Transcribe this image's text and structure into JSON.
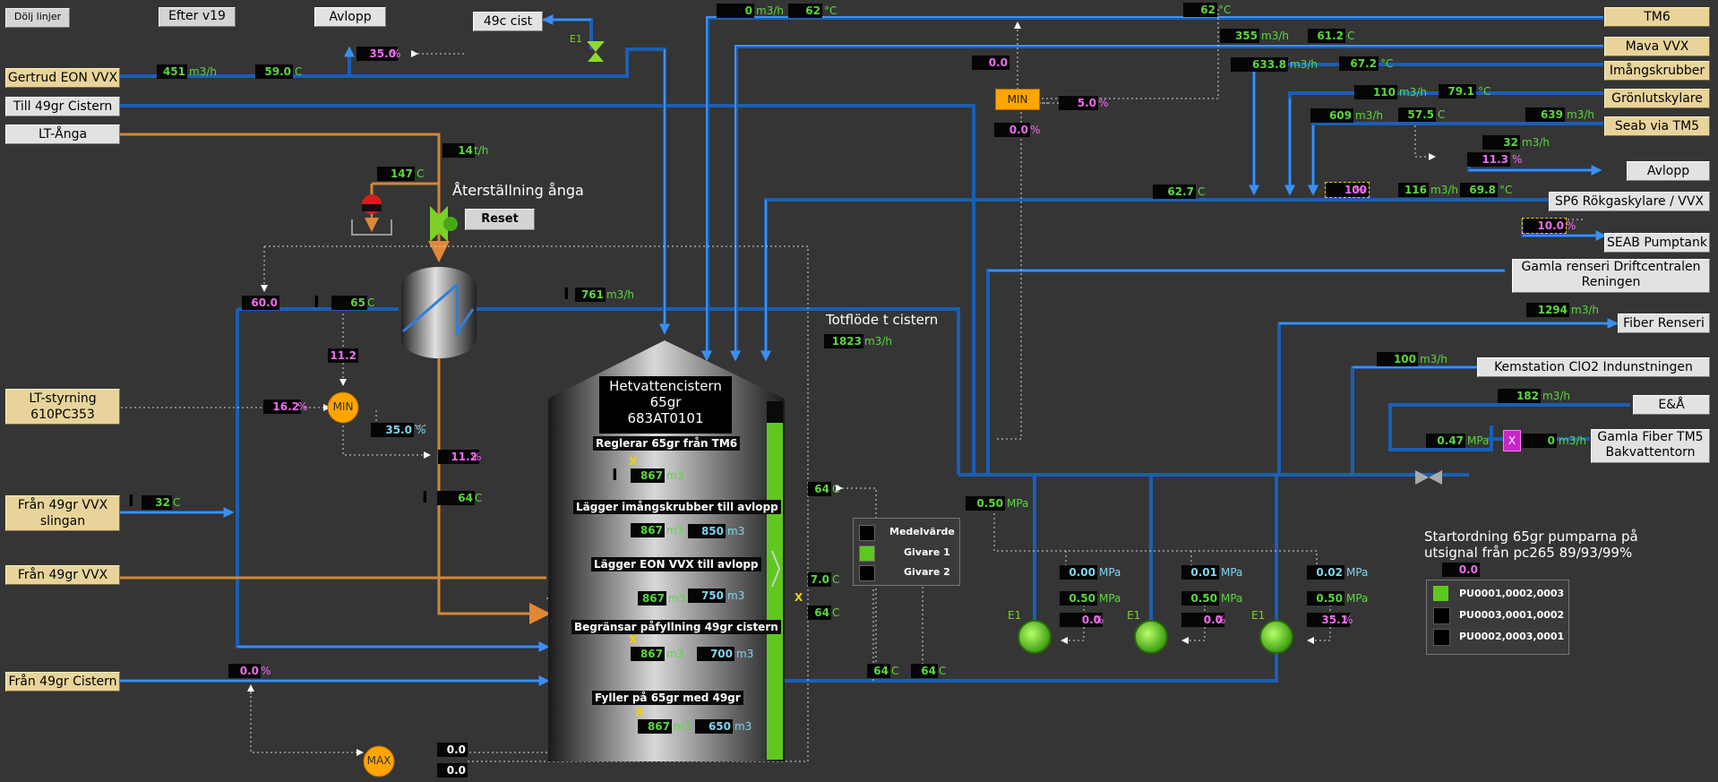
{
  "buttons": {
    "hide_lines": "Dölj linjer",
    "after_v19": "Efter v19",
    "reset": "Reset"
  },
  "nav_left": {
    "avlopp_top": "Avlopp",
    "cist49c": "49c cist",
    "gertrud": "Gertrud EON VVX",
    "till49": "Till 49gr Cistern",
    "ltanga": "LT-Ånga",
    "ltstyrning": "LT-styrning\n610PC353",
    "fran49slingan": "Från 49gr VVX\nslingan",
    "fran49vvx": "Från 49gr VVX",
    "fran49cistern": "Från 49gr Cistern"
  },
  "nav_right": {
    "tm6": "TM6",
    "mava": "Mava VVX",
    "imang": "Imångskrubber",
    "gronlut": "Grönlutskylare",
    "seab_tm5": "Seab via TM5",
    "avlopp_r": "Avlopp",
    "sp6": "SP6 Rökgaskylare / VVX",
    "seab_pump": "SEAB Pumptank",
    "gamla_renseri": "Gamla renseri Driftcentralen\nReningen",
    "fiber_renseri": "Fiber Renseri",
    "kemstation": "Kemstation ClO2  Indunstningen",
    "ea": "E&Å",
    "gamla_fiber": "Gamla Fiber TM5\nBakvattentorn"
  },
  "labels": {
    "aterstallning": "Återställning ånga",
    "totflode": "Totflöde t cistern",
    "startordning": "Startordning 65gr pumparna på\nutsignal från pc265 89/93/99%",
    "e1": "E1",
    "min": "MIN",
    "max": "MAX"
  },
  "tank": {
    "title_1": "Hetvattencistern",
    "title_2": "65gr",
    "title_3": "683AT0101",
    "rows": [
      {
        "label": "Reglerar 65gr från TM6",
        "level": "867",
        "unit": "m3",
        "target": "",
        "target_unit": ""
      },
      {
        "label": "Lägger imångskrubber till avlopp",
        "level": "867",
        "unit": "m3",
        "target": "850",
        "target_unit": "m3"
      },
      {
        "label": "Lägger EON VVX till avlopp",
        "level": "867",
        "unit": "m3",
        "target": "750",
        "target_unit": "m3"
      },
      {
        "label": "Begränsar påfyllning 49gr cistern",
        "level": "867",
        "unit": "m3",
        "target": "700",
        "target_unit": "m3"
      },
      {
        "label": "Fyller på 65gr med 49gr",
        "level": "867",
        "unit": "m3",
        "target": "650",
        "target_unit": "m3"
      }
    ]
  },
  "legend": {
    "medelvarde": "Medelvärde",
    "givare1": "Givare 1",
    "givare2": "Givare 2"
  },
  "pump_order": {
    "value": "0.0",
    "opt1": "PU0001,0002,0003",
    "opt2": "PU0003,0001,0002",
    "opt3": "PU0002,0003,0001"
  },
  "values": {
    "top_flow": "0",
    "top_flow_u": "m3/h",
    "top_temp": "62",
    "top_temp_u": "°C",
    "r_temp62": "62",
    "r_temp62_u": "°C",
    "mava_flow": "355",
    "mava_flow_u": "m3/h",
    "mava_temp": "61.2",
    "mava_temp_u": "C",
    "imang_flow": "633.8",
    "imang_flow_u": "m3/h",
    "imang_temp": "67.2",
    "imang_temp_u": "°C",
    "gron_flow": "110",
    "gron_flow_u": "m3/h",
    "gron_temp": "79.1",
    "gron_temp_u": "°C",
    "seab_flow": "609",
    "seab_flow_u": "m3/h",
    "seab_temp": "57.5",
    "seab_temp_u": "C",
    "seab_flow2": "639",
    "seab_flow2_u": "m3/h",
    "avl_flow": "32",
    "avl_flow_u": "m3/h",
    "avl_pct": "11.3",
    "avl_pct_u": "%",
    "sp6_temp": "62.7",
    "sp6_temp_u": "C",
    "sp6_pct": "100",
    "sp6_pct_u": "%",
    "sp6_flow": "116",
    "sp6_flow_u": "m3/h",
    "sp6_temp2": "69.8",
    "sp6_temp2_u": "°C",
    "seab_pump_pct": "10.0",
    "seab_pump_pct_u": "%",
    "fiber_flow": "1294",
    "fiber_flow_u": "m3/h",
    "kem_flow": "100",
    "kem_flow_u": "m3/h",
    "ea_flow": "182",
    "ea_flow_u": "m3/h",
    "gf_mpa": "0.47",
    "gf_mpa_u": "MPa",
    "gf_flow": "0",
    "gf_flow_u": "m3/h",
    "gertrud_flow": "451",
    "gertrud_flow_u": "m3/h",
    "gertrud_temp": "59.0",
    "gertrud_temp_u": "C",
    "avlopp_pct": "35.0",
    "avlopp_pct_u": "%",
    "min_top_val": "0.0",
    "min_top_out": "5.0",
    "min_top_out_u": "%",
    "min_top_pct": "0.0",
    "min_top_pct_u": "%",
    "lt_flow": "14",
    "lt_flow_u": "t/h",
    "lt_temp": "147",
    "lt_temp_u": "C",
    "hx_in": "60.0",
    "hx_temp": "65",
    "hx_temp_u": "C",
    "flow761": "761",
    "flow761_u": "m3/h",
    "tot_flow": "1823",
    "tot_flow_u": "m3/h",
    "lt_a": "11.2",
    "lt_b": "16.2",
    "lt_b_u": "%",
    "lt_c": "35.0",
    "lt_c_u": "%",
    "lt_d": "11.2",
    "lt_d_u": "%",
    "slinga_temp": "32",
    "slinga_temp_u": "C",
    "t64a": "64",
    "t64a_u": "C",
    "t64b": "64",
    "t64b_u": "C",
    "t70": "7.0",
    "t70_u": "C",
    "t64c": "64",
    "t64c_u": "C",
    "bt64a": "64",
    "bt64a_u": "C",
    "bt64b": "64",
    "bt64b_u": "C",
    "mpa050": "0.50",
    "mpa050_u": "MPa",
    "cist49_pct": "0.0",
    "cist49_pct_u": "%",
    "max_a": "0.0",
    "max_b": "0.0",
    "p1_a": "0.00",
    "p1_a_u": "MPa",
    "p1_b": "0.50",
    "p1_b_u": "MPa",
    "p1_c": "0.0",
    "p1_c_u": "%",
    "p2_a": "0.01",
    "p2_a_u": "MPa",
    "p2_b": "0.50",
    "p2_b_u": "MPa",
    "p2_c": "0.0",
    "p2_c_u": "%",
    "p3_a": "0.02",
    "p3_a_u": "MPa",
    "p3_b": "0.50",
    "p3_b_u": "MPa",
    "p3_c": "35.1",
    "p3_c_u": "%"
  },
  "colors": {
    "background": "#353535",
    "pipe_blue": "#2f7fd8",
    "pipe_orange": "#d08838",
    "pump_green": "#66dd22",
    "controller_orange": "#ffa500",
    "value_green": "#5ad83a",
    "value_magenta": "#f26bf2",
    "value_cyan": "#7fd6f0"
  }
}
